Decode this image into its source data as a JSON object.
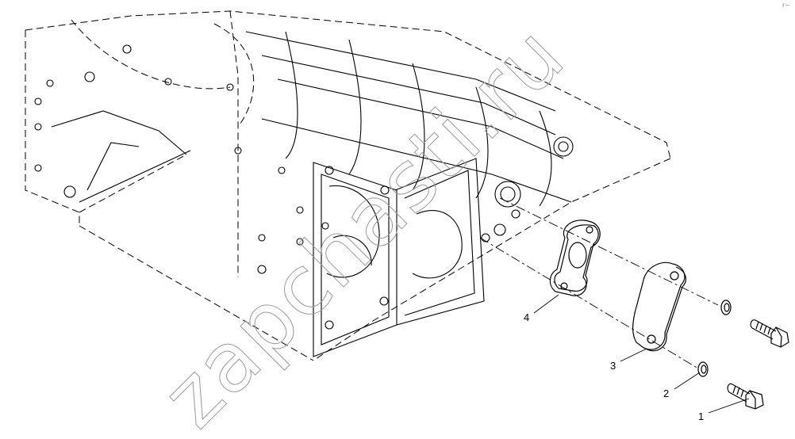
{
  "callouts": [
    {
      "id": "1",
      "text": "1"
    },
    {
      "id": "2",
      "text": "2"
    },
    {
      "id": "3",
      "text": "3"
    },
    {
      "id": "4",
      "text": "4"
    }
  ],
  "watermark": "zapchasti.ru",
  "corner_mark": "r~",
  "colors": {
    "line": "#000000",
    "watermark": "#9a9a9a",
    "background": "#ffffff"
  }
}
